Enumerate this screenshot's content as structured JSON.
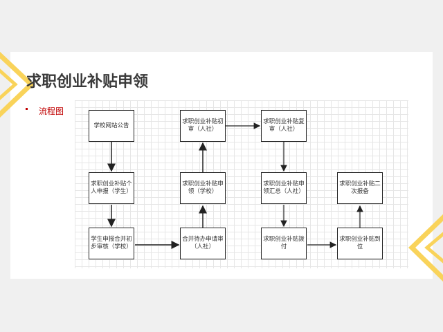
{
  "title": "求职创业补贴申领",
  "bullet_label": "流程图",
  "nodes": {
    "n1": "学校网站公告",
    "n2": "求职创业补贴个人申报（学生）",
    "n3": "学生申报合并初步审核（学校）",
    "n4": "合并待办申请审（人社）",
    "n5": "求职创业补贴申领（学校）",
    "n6": "求职创业补贴初审（人社）",
    "n7": "求职创业补贴复审（人社）",
    "n8": "求职创业补贴申领汇总（人社）",
    "n9": "求职创业补贴拨付",
    "n10": "求职创业补贴到位",
    "n11": "求职创业补贴二次报备"
  },
  "colors": {
    "accent": "#f9d35a",
    "title": "#3a3a3a",
    "bullet": "#c00000"
  }
}
